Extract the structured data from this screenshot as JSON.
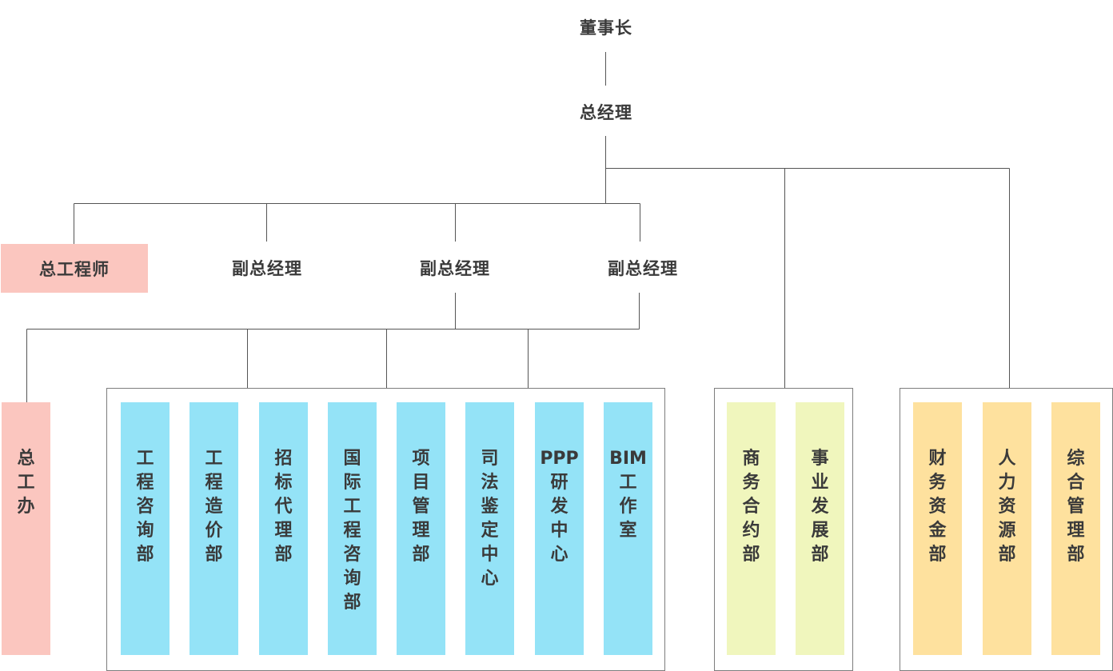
{
  "top": {
    "chairman": "董事长",
    "general_manager": "总经理",
    "chief_engineer": "总工程师",
    "vice_gm_1": "副总经理",
    "vice_gm_2": "副总经理",
    "vice_gm_3": "副总经理"
  },
  "chief_office": "总工办",
  "groups": {
    "tech": [
      "工程咨询部",
      "工程造价部",
      "招标代理部",
      "国际工程咨询部",
      "项目管理部",
      "司法鉴定中心",
      "PPP研发中心",
      "BIM工作室"
    ],
    "business": [
      "商务合约部",
      "事业发展部"
    ],
    "admin": [
      "财务资金部",
      "人力资源部",
      "综合管理部"
    ]
  },
  "colors": {
    "tech": "#94e3f7",
    "business": "#f0f6bd",
    "admin": "#fee19e",
    "chief": "#fbc6bf",
    "line": "#555555"
  }
}
